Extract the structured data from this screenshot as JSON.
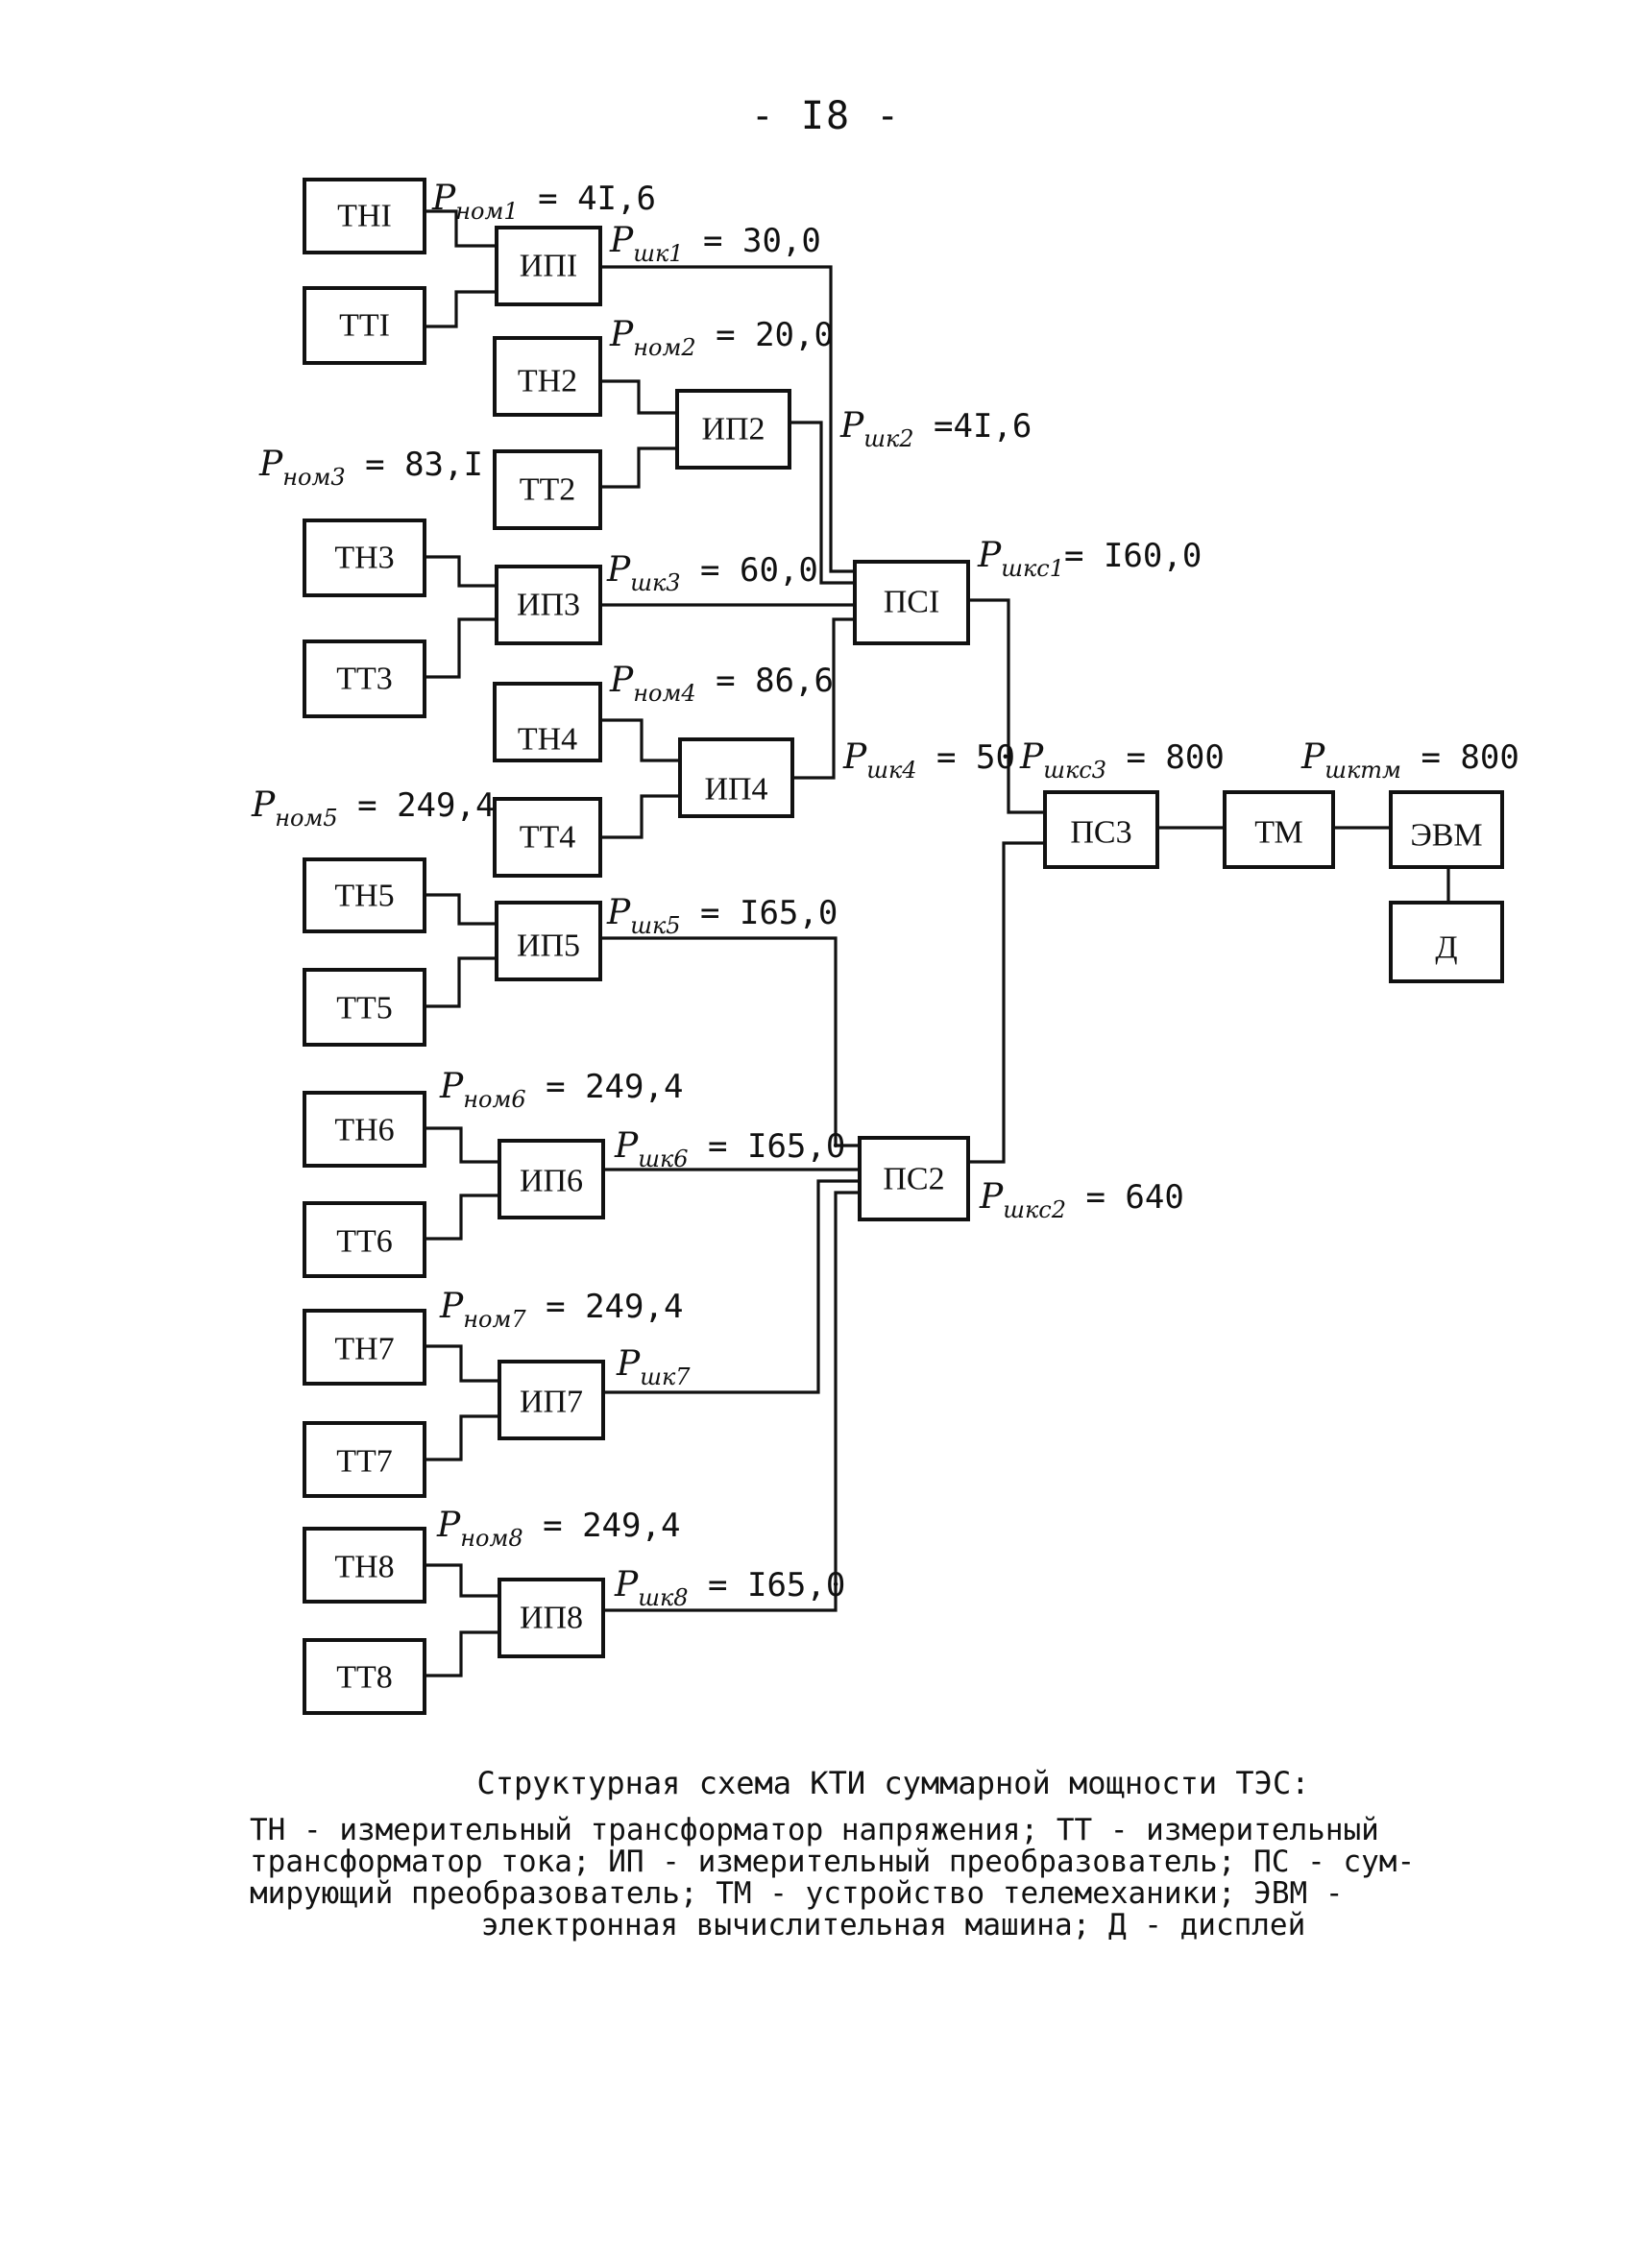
{
  "page_number": "- I8 -",
  "blocks": {
    "TN1": "THI",
    "TT1": "TTI",
    "IP1": "ИПI",
    "TN2": "TH2",
    "TT2": "TT2",
    "IP2": "ИП2",
    "TN3": "TH3",
    "TT3": "TT3",
    "IP3": "ИП3",
    "TN4": "TH4",
    "TT4": "TT4",
    "IP4": "ИП4",
    "TN5": "TH5",
    "TT5": "TT5",
    "IP5": "ИП5",
    "TN6": "TH6",
    "TT6": "TT6",
    "IP6": "ИП6",
    "TN7": "TH7",
    "TT7": "TT7",
    "IP7": "ИП7",
    "TN8": "TH8",
    "TT8": "TT8",
    "IP8": "ИП8",
    "PS1": "ПСI",
    "PS2": "ПС2",
    "PS3": "ПС3",
    "TM": "ТМ",
    "EVM": "ЭВМ",
    "D": "Д"
  },
  "params": {
    "p_nom1": {
      "sym": "P",
      "sub": "ном1",
      "val": " = 4I,6"
    },
    "p_shk1": {
      "sym": "P",
      "sub": "шк1",
      "val": " = 30,0"
    },
    "p_nom2": {
      "sym": "P",
      "sub": "ном2",
      "val": " = 20,0"
    },
    "p_shk2": {
      "sym": "P",
      "sub": "шк2",
      "val": " =4I,6"
    },
    "p_nom3": {
      "sym": "P",
      "sub": "ном3",
      "val": " = 83,I"
    },
    "p_shk3": {
      "sym": "P",
      "sub": "шк3",
      "val": " = 60,0"
    },
    "p_shks1": {
      "sym": "P",
      "sub": "шкс1",
      "val": "= I60,0"
    },
    "p_nom4": {
      "sym": "P",
      "sub": "ном4",
      "val": " = 86,6"
    },
    "p_shk4": {
      "sym": "P",
      "sub": "шк4",
      "val": " = 50"
    },
    "p_shks3": {
      "sym": "P",
      "sub": "шкс3",
      "val": " = 800"
    },
    "p_shktm": {
      "sym": "P",
      "sub": "шктм",
      "val": " = 800"
    },
    "p_nom5": {
      "sym": "P",
      "sub": "ном5",
      "val": " = 249,4"
    },
    "p_shk5": {
      "sym": "P",
      "sub": "шк5",
      "val": " = I65,0"
    },
    "p_nom6": {
      "sym": "P",
      "sub": "ном6",
      "val": " = 249,4"
    },
    "p_shk6": {
      "sym": "P",
      "sub": "шк6",
      "val": " = I65,0"
    },
    "p_shks2": {
      "sym": "P",
      "sub": "шкс2",
      "val": " = 640"
    },
    "p_nom7": {
      "sym": "P",
      "sub": "ном7",
      "val": " = 249,4"
    },
    "p_shk7": {
      "sym": "P",
      "sub": "шк7",
      "val": ""
    },
    "p_nom8": {
      "sym": "P",
      "sub": "ном8",
      "val": " = 249,4"
    },
    "p_shk8": {
      "sym": "P",
      "sub": "шк8",
      "val": " = I65,0"
    }
  },
  "caption": {
    "title": "Структурная схема КТИ суммарной мощности ТЭС:",
    "legend_lines": [
      "ТН - измерительный трансформатор напряжения; ТТ - измерительный",
      "трансформатор тока; ИП - измерительный преобразователь; ПС - сум-",
      "мирующий преобразователь; ТМ - устройство телемеханики; ЭВМ -",
      "электронная вычислительная машина; Д - дисплей"
    ]
  }
}
